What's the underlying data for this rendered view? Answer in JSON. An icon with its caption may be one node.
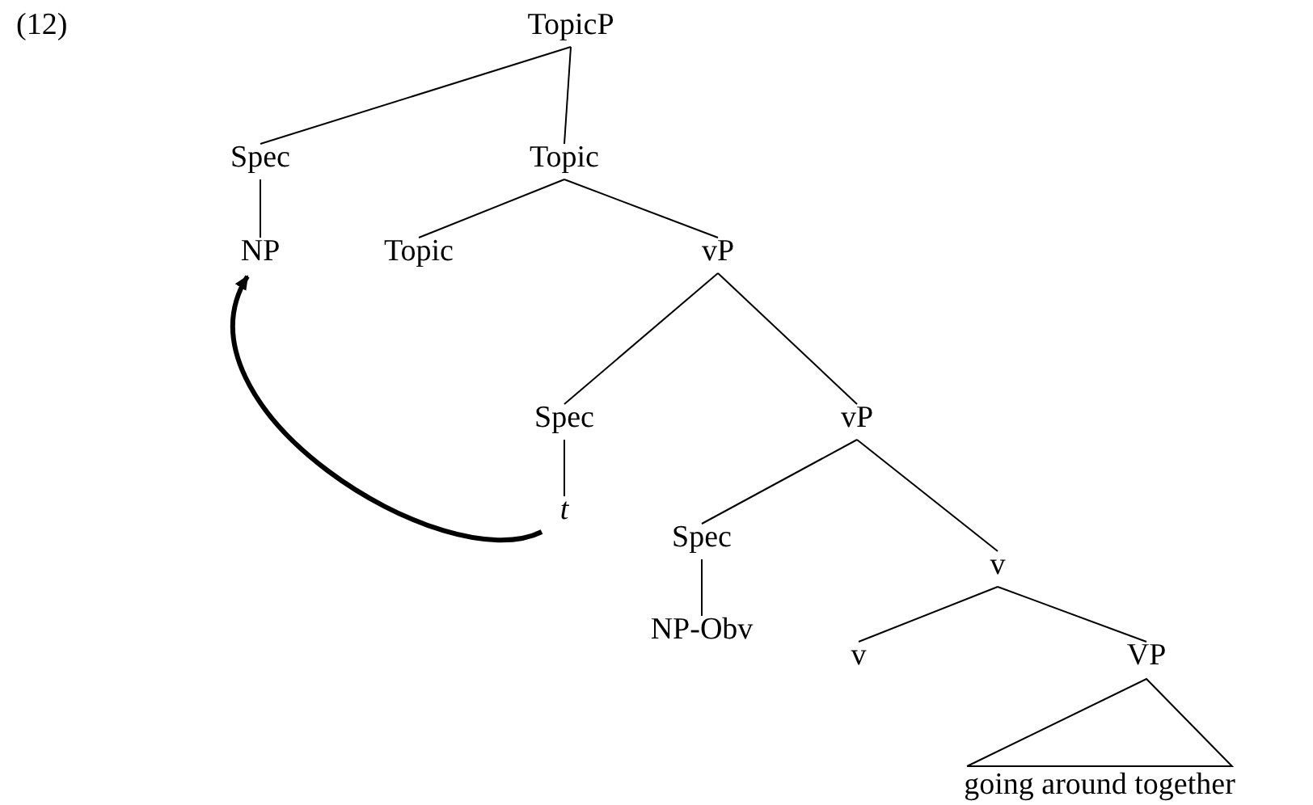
{
  "diagram": {
    "nodes": [
      {
        "text": [
          "TopicP"
        ]
      },
      {
        "text": [
          "Spec"
        ]
      },
      {
        "text": [
          "Topic"
        ]
      },
      {
        "text": [
          "NP"
        ]
      },
      {
        "text": [
          "Topic"
        ]
      },
      {
        "text": [
          "vP"
        ]
      },
      {
        "text": [
          "Spec"
        ]
      },
      {
        "text": [
          "vP"
        ]
      },
      {
        "text": [
          "t"
        ]
      },
      {
        "text": [
          "Spec"
        ]
      },
      {
        "text": [
          "v"
        ]
      },
      {
        "text": [
          "NP-Obv"
        ]
      },
      {
        "text": [
          "v"
        ]
      },
      {
        "text": [
          "VP"
        ]
      },
      {
        "text": [
          "going around together"
        ]
      }
    ],
    "edges": [
      {
        "from": 0,
        "to": 1,
        "arrow": "none"
      },
      {
        "from": 0,
        "to": 2,
        "arrow": "none"
      },
      {
        "from": 1,
        "to": 3,
        "arrow": "none"
      },
      {
        "from": 2,
        "to": 4,
        "arrow": "none"
      },
      {
        "from": 2,
        "to": 5,
        "arrow": "none"
      },
      {
        "from": 5,
        "to": 6,
        "arrow": "none"
      },
      {
        "from": 5,
        "to": 7,
        "arrow": "none"
      },
      {
        "from": 6,
        "to": 8,
        "arrow": "none"
      },
      {
        "from": 7,
        "to": 9,
        "arrow": "none"
      },
      {
        "from": 7,
        "to": 10,
        "arrow": "none"
      },
      {
        "from": 9,
        "to": 11,
        "arrow": "none"
      },
      {
        "from": 10,
        "to": 12,
        "arrow": "none"
      },
      {
        "from": 10,
        "to": 13,
        "arrow": "none"
      },
      {
        "from": 13,
        "to": 14,
        "arrow": "none"
      },
      {
        "from": 8,
        "to": 3,
        "arrow": "to",
        "style": "thick"
      }
    ],
    "labels": [
      "(12)"
    ]
  }
}
